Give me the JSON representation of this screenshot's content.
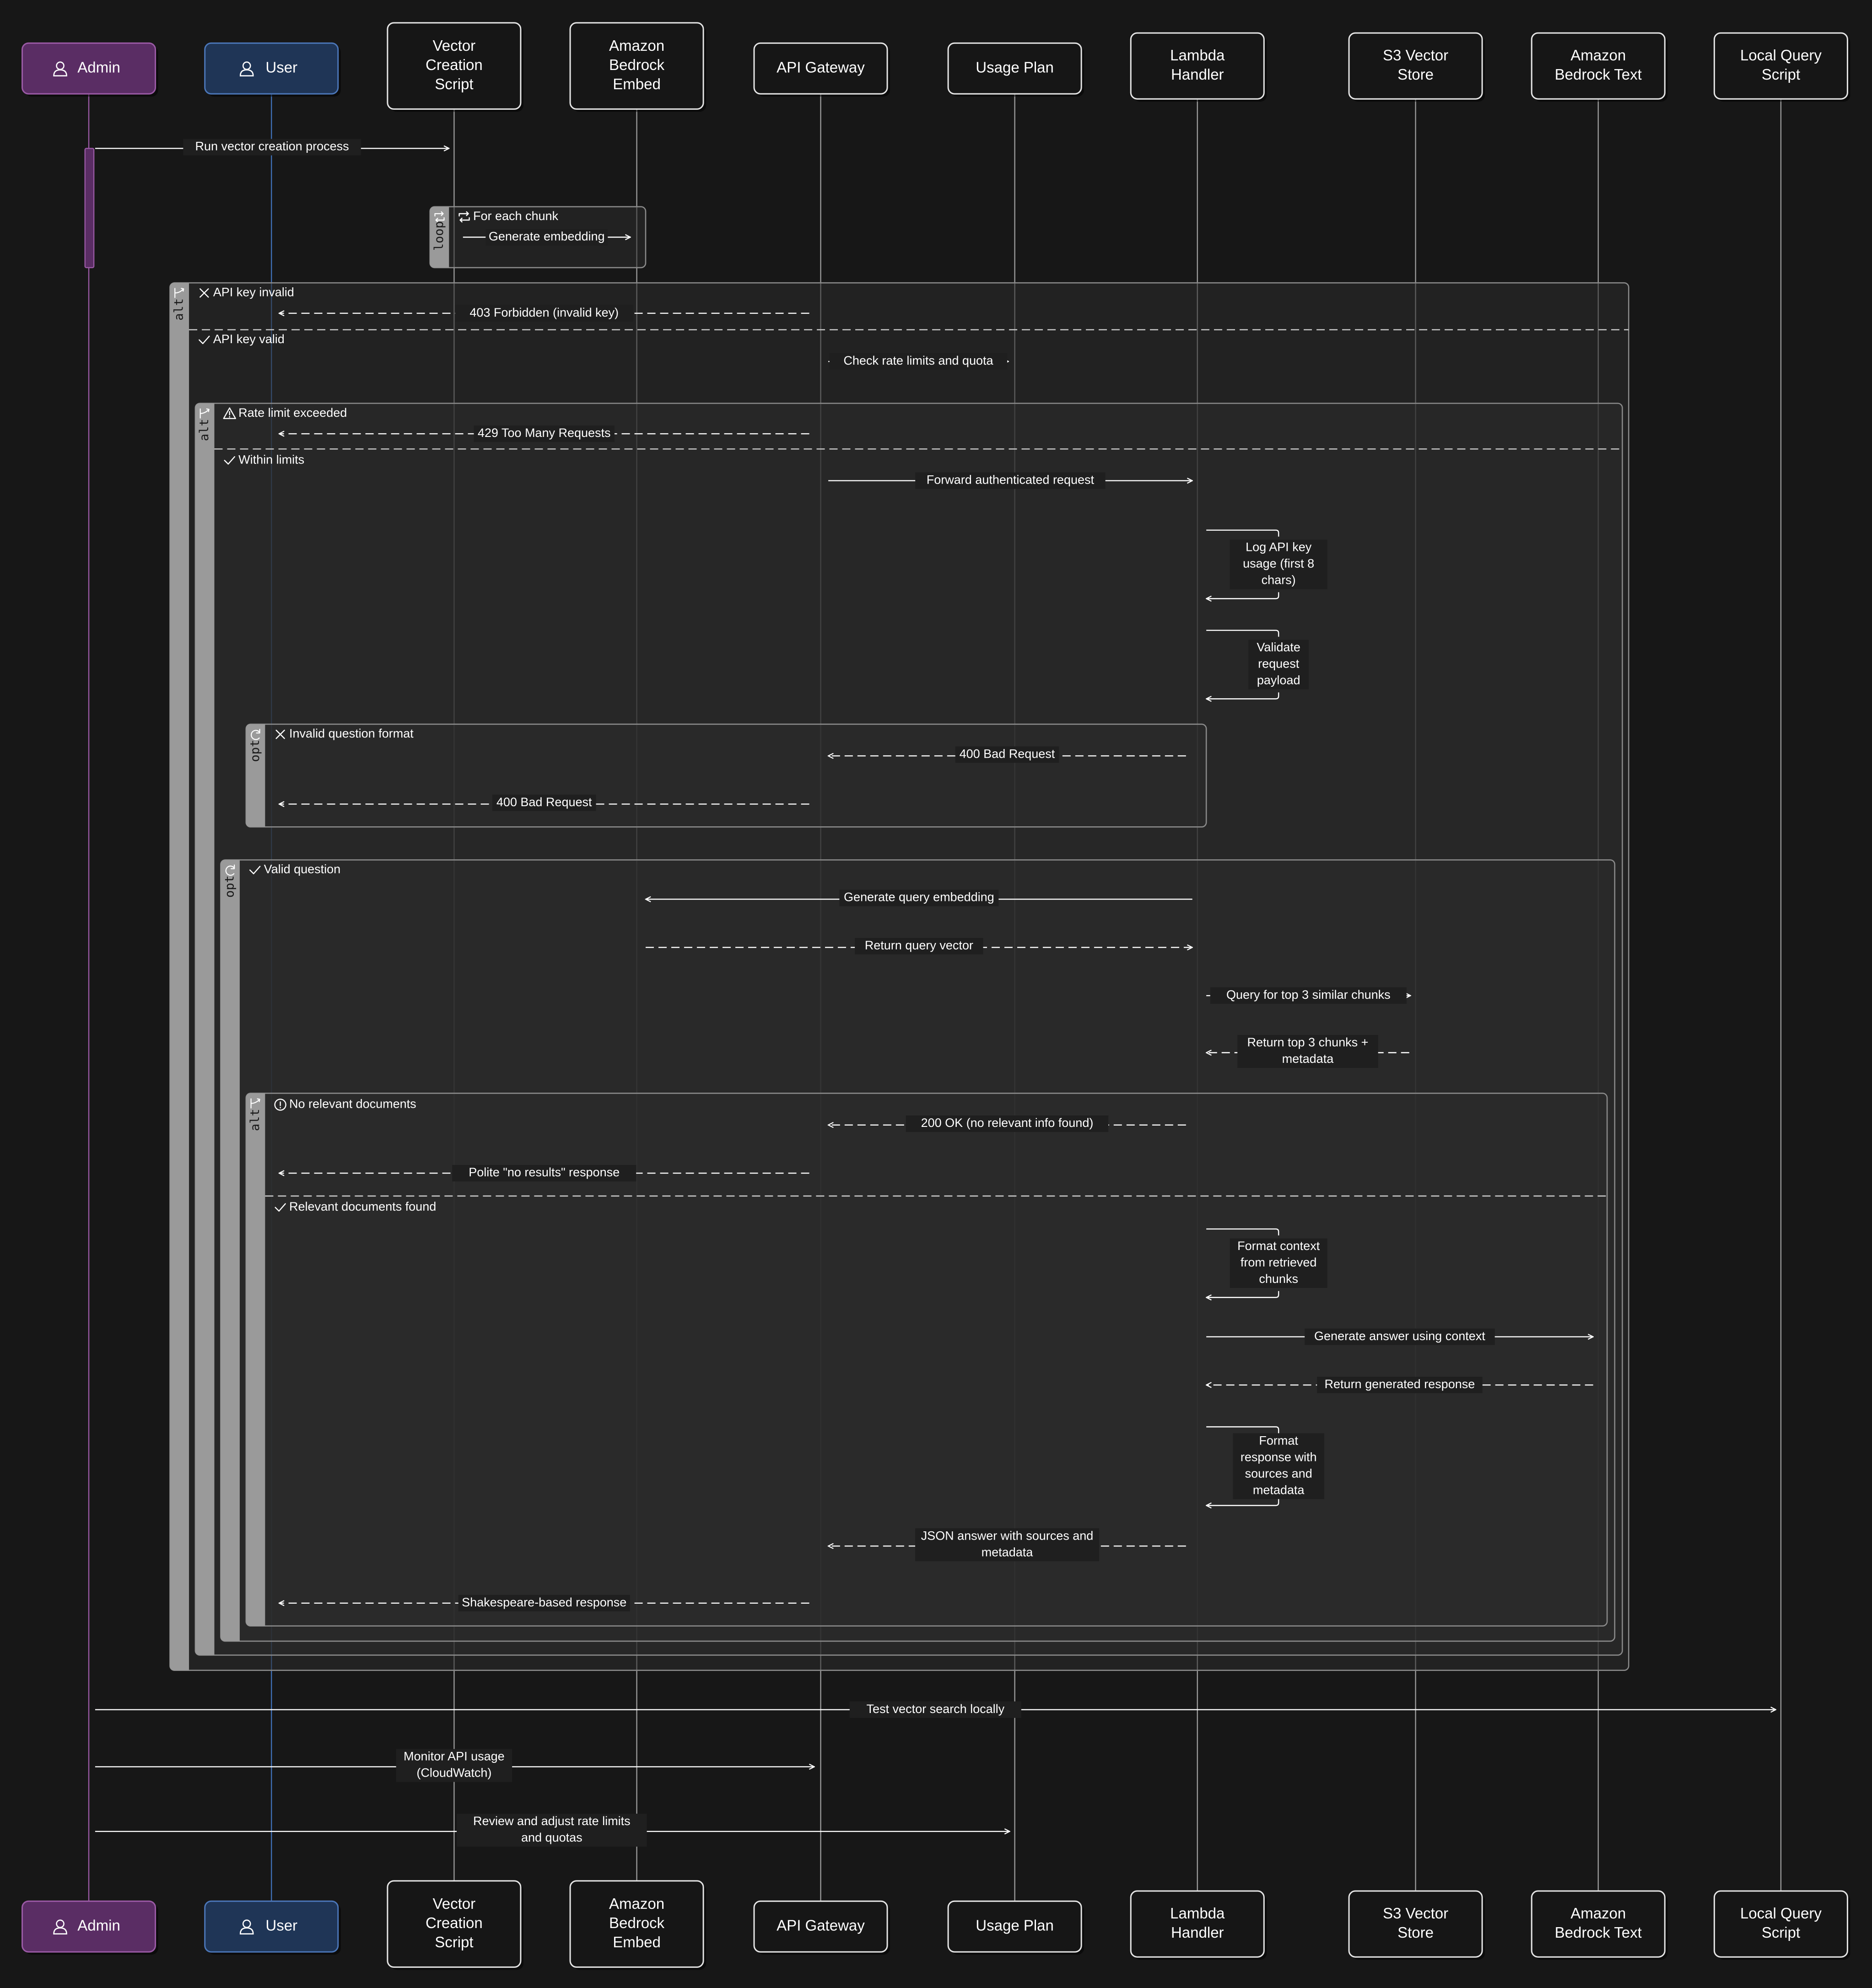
{
  "colors": {
    "background": "#171717",
    "actor_admin": "#5a2d64",
    "actor_admin_border": "#9b5aa6",
    "actor_user": "#1f3556",
    "actor_user_border": "#4b76b8",
    "participant_fill": "#161616",
    "participant_border": "#e6e6e6",
    "lifeline": "#9a9a9a",
    "admin_lifeline": "#9b5aa6",
    "user_lifeline": "#3f6fb5",
    "fragment_fill": "#2b2b2b",
    "fragment_tab": "#9a9a9a",
    "arrow": "#ffffff"
  },
  "participants": [
    {
      "id": "admin",
      "lines": [
        "Admin"
      ],
      "kind": "actor",
      "icon": "person-icon"
    },
    {
      "id": "user",
      "lines": [
        "User"
      ],
      "kind": "actor",
      "icon": "person-icon"
    },
    {
      "id": "vcs",
      "lines": [
        "Vector",
        "Creation",
        "Script"
      ],
      "kind": "box"
    },
    {
      "id": "embed",
      "lines": [
        "Amazon",
        "Bedrock",
        "Embed"
      ],
      "kind": "box"
    },
    {
      "id": "apigw",
      "lines": [
        "API Gateway"
      ],
      "kind": "box"
    },
    {
      "id": "usage",
      "lines": [
        "Usage Plan"
      ],
      "kind": "box"
    },
    {
      "id": "lambda",
      "lines": [
        "Lambda",
        "Handler"
      ],
      "kind": "box"
    },
    {
      "id": "s3v",
      "lines": [
        "S3 Vector",
        "Store"
      ],
      "kind": "box"
    },
    {
      "id": "text",
      "lines": [
        "Amazon",
        "Bedrock Text"
      ],
      "kind": "box"
    },
    {
      "id": "lqs",
      "lines": [
        "Local Query",
        "Script"
      ],
      "kind": "box"
    }
  ],
  "fragments": [
    {
      "id": "loop-each-chunk",
      "type": "loop",
      "icon": "loop-icon",
      "conditions": [
        {
          "icon": "loop-icon",
          "text": "For each chunk"
        }
      ]
    },
    {
      "id": "alt-api-key",
      "type": "alt",
      "icon": "branch-icon",
      "conditions": [
        {
          "icon": "close-icon",
          "text": "API key invalid"
        },
        {
          "icon": "check-icon",
          "text": "API key valid"
        }
      ]
    },
    {
      "id": "alt-rate-limit",
      "type": "alt",
      "icon": "branch-icon",
      "conditions": [
        {
          "icon": "warning-icon",
          "text": "Rate limit exceeded"
        },
        {
          "icon": "check-icon",
          "text": "Within limits"
        }
      ]
    },
    {
      "id": "opt-invalid-question",
      "type": "opt",
      "icon": "redo-icon",
      "conditions": [
        {
          "icon": "close-icon",
          "text": "Invalid question format"
        }
      ]
    },
    {
      "id": "opt-valid-question",
      "type": "opt",
      "icon": "redo-icon",
      "conditions": [
        {
          "icon": "check-icon",
          "text": "Valid question"
        }
      ]
    },
    {
      "id": "alt-relevant-docs",
      "type": "alt",
      "icon": "branch-icon",
      "conditions": [
        {
          "icon": "info-icon",
          "text": "No relevant documents"
        },
        {
          "icon": "check-icon",
          "text": "Relevant documents found"
        }
      ]
    }
  ],
  "messages": [
    {
      "id": "m1",
      "from": "admin",
      "to": "vcs",
      "style": "solid",
      "lines": [
        "Run vector creation process"
      ]
    },
    {
      "id": "m2",
      "from": "vcs",
      "to": "embed",
      "style": "solid",
      "lines": [
        "Generate embedding"
      ]
    },
    {
      "id": "m3",
      "from": "apigw",
      "to": "user",
      "style": "dashed",
      "lines": [
        "403 Forbidden (invalid key)"
      ]
    },
    {
      "id": "m4",
      "from": "apigw",
      "to": "usage",
      "style": "solid",
      "lines": [
        "Check rate limits and quota"
      ]
    },
    {
      "id": "m5",
      "from": "apigw",
      "to": "user",
      "style": "dashed",
      "lines": [
        "429 Too Many Requests"
      ]
    },
    {
      "id": "m6",
      "from": "apigw",
      "to": "lambda",
      "style": "solid",
      "lines": [
        "Forward authenticated request"
      ]
    },
    {
      "id": "m7",
      "from": "lambda",
      "to": "lambda",
      "style": "self",
      "lines": [
        "Log API key",
        "usage (first 8",
        "chars)"
      ]
    },
    {
      "id": "m8",
      "from": "lambda",
      "to": "lambda",
      "style": "self",
      "lines": [
        "Validate",
        "request",
        "payload"
      ]
    },
    {
      "id": "m9",
      "from": "lambda",
      "to": "apigw",
      "style": "dashed",
      "lines": [
        "400 Bad Request"
      ]
    },
    {
      "id": "m10",
      "from": "apigw",
      "to": "user",
      "style": "dashed",
      "lines": [
        "400 Bad Request"
      ]
    },
    {
      "id": "m11",
      "from": "lambda",
      "to": "embed",
      "style": "solid",
      "lines": [
        "Generate query embedding"
      ]
    },
    {
      "id": "m12",
      "from": "embed",
      "to": "lambda",
      "style": "dashed",
      "lines": [
        "Return query vector"
      ]
    },
    {
      "id": "m13",
      "from": "lambda",
      "to": "s3v",
      "style": "solid",
      "lines": [
        "Query for top 3 similar chunks"
      ]
    },
    {
      "id": "m14",
      "from": "s3v",
      "to": "lambda",
      "style": "dashed",
      "lines": [
        "Return top 3 chunks +",
        "metadata"
      ]
    },
    {
      "id": "m15",
      "from": "lambda",
      "to": "apigw",
      "style": "dashed",
      "lines": [
        "200 OK (no relevant info found)"
      ]
    },
    {
      "id": "m16",
      "from": "apigw",
      "to": "user",
      "style": "dashed",
      "lines": [
        "Polite \"no results\" response"
      ]
    },
    {
      "id": "m17",
      "from": "lambda",
      "to": "lambda",
      "style": "self",
      "lines": [
        "Format context",
        "from retrieved",
        "chunks"
      ]
    },
    {
      "id": "m18",
      "from": "lambda",
      "to": "text",
      "style": "solid",
      "lines": [
        "Generate answer using context"
      ]
    },
    {
      "id": "m19",
      "from": "text",
      "to": "lambda",
      "style": "dashed",
      "lines": [
        "Return generated response"
      ]
    },
    {
      "id": "m20",
      "from": "lambda",
      "to": "lambda",
      "style": "self",
      "lines": [
        "Format",
        "response with",
        "sources and",
        "metadata"
      ]
    },
    {
      "id": "m21",
      "from": "lambda",
      "to": "apigw",
      "style": "dashed",
      "lines": [
        "JSON answer with sources and",
        "metadata"
      ]
    },
    {
      "id": "m22",
      "from": "apigw",
      "to": "user",
      "style": "dashed",
      "lines": [
        "Shakespeare-based response"
      ]
    },
    {
      "id": "m23",
      "from": "admin",
      "to": "lqs",
      "style": "solid",
      "lines": [
        "Test vector search locally"
      ]
    },
    {
      "id": "m24",
      "from": "admin",
      "to": "apigw",
      "style": "solid",
      "lines": [
        "Monitor API usage",
        "(CloudWatch)"
      ]
    },
    {
      "id": "m25",
      "from": "admin",
      "to": "usage",
      "style": "solid",
      "lines": [
        "Review and adjust rate limits",
        "and quotas"
      ]
    }
  ]
}
